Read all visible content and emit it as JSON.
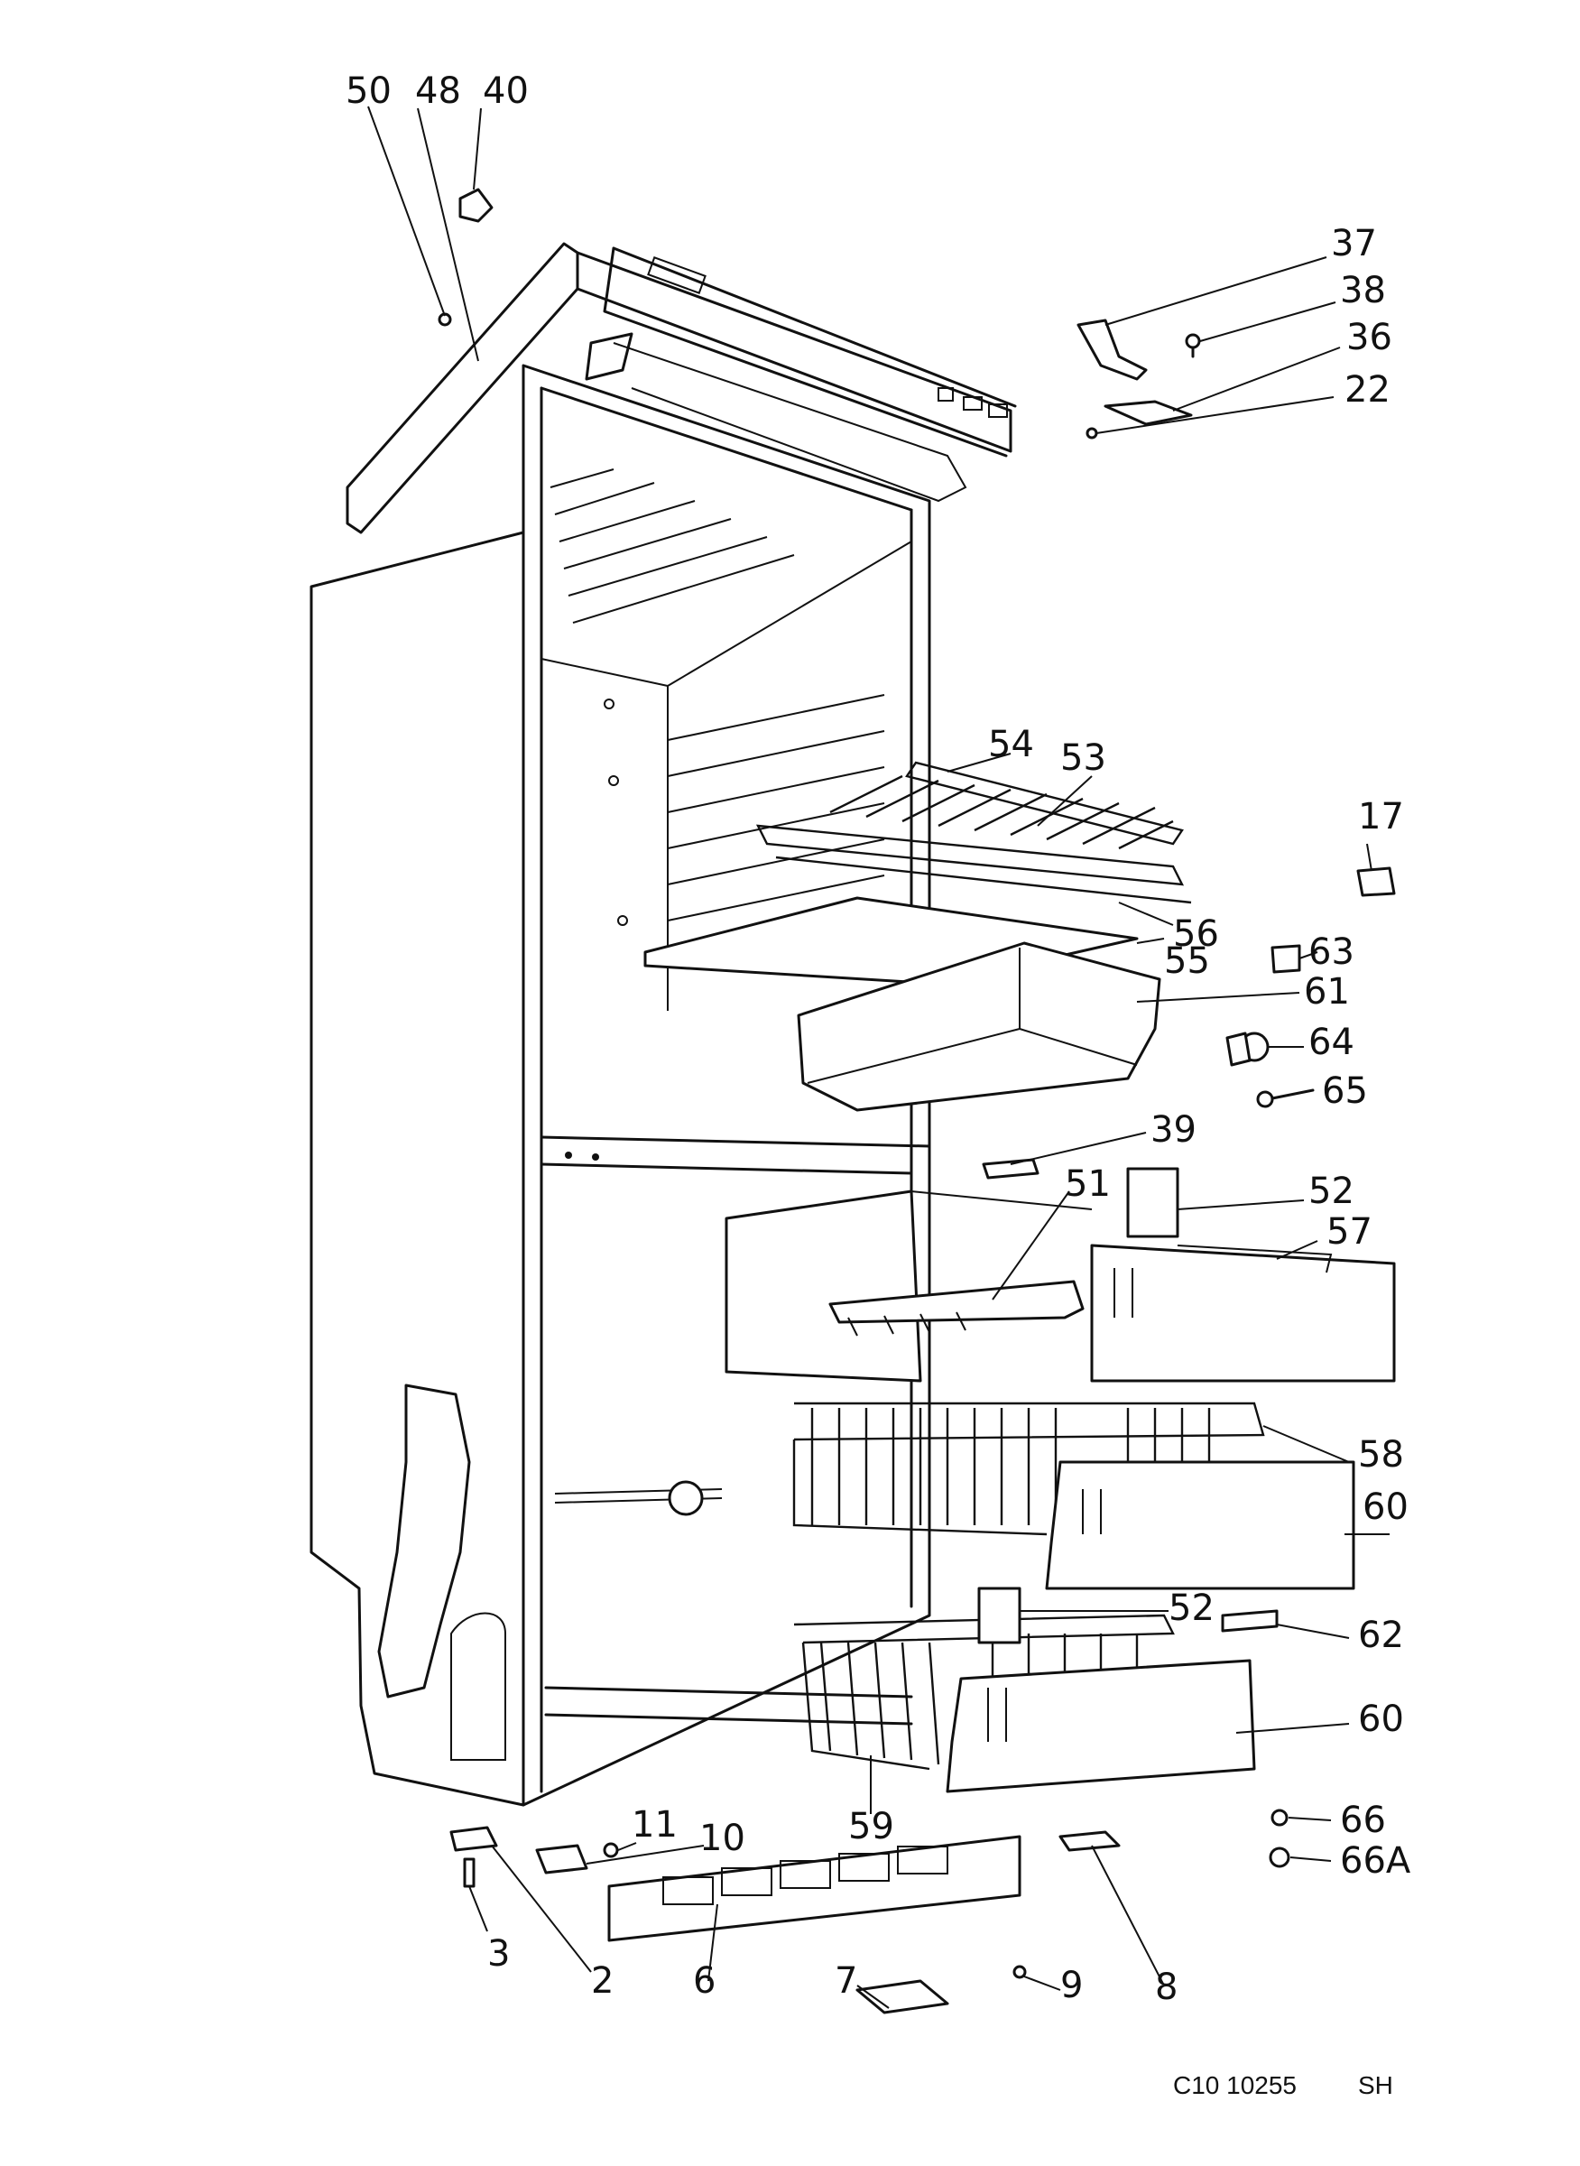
{
  "callouts": [
    {
      "id": "50",
      "label": "50"
    },
    {
      "id": "48",
      "label": "48"
    },
    {
      "id": "40",
      "label": "40"
    },
    {
      "id": "37",
      "label": "37"
    },
    {
      "id": "38",
      "label": "38"
    },
    {
      "id": "36",
      "label": "36"
    },
    {
      "id": "22",
      "label": "22"
    },
    {
      "id": "54",
      "label": "54"
    },
    {
      "id": "53",
      "label": "53"
    },
    {
      "id": "17",
      "label": "17"
    },
    {
      "id": "56",
      "label": "56"
    },
    {
      "id": "63",
      "label": "63"
    },
    {
      "id": "55",
      "label": "55"
    },
    {
      "id": "61",
      "label": "61"
    },
    {
      "id": "64",
      "label": "64"
    },
    {
      "id": "65",
      "label": "65"
    },
    {
      "id": "39",
      "label": "39"
    },
    {
      "id": "51",
      "label": "51"
    },
    {
      "id": "52a",
      "label": "52"
    },
    {
      "id": "57",
      "label": "57"
    },
    {
      "id": "58",
      "label": "58"
    },
    {
      "id": "60a",
      "label": "60"
    },
    {
      "id": "52b",
      "label": "52"
    },
    {
      "id": "62",
      "label": "62"
    },
    {
      "id": "60b",
      "label": "60"
    },
    {
      "id": "59",
      "label": "59"
    },
    {
      "id": "66",
      "label": "66"
    },
    {
      "id": "66A",
      "label": "66A"
    },
    {
      "id": "11",
      "label": "11"
    },
    {
      "id": "10",
      "label": "10"
    },
    {
      "id": "3",
      "label": "3"
    },
    {
      "id": "2",
      "label": "2"
    },
    {
      "id": "6",
      "label": "6"
    },
    {
      "id": "7",
      "label": "7"
    },
    {
      "id": "9",
      "label": "9"
    },
    {
      "id": "8",
      "label": "8"
    }
  ],
  "footer": {
    "drawing_number": "C10 10255",
    "code": "SH"
  }
}
